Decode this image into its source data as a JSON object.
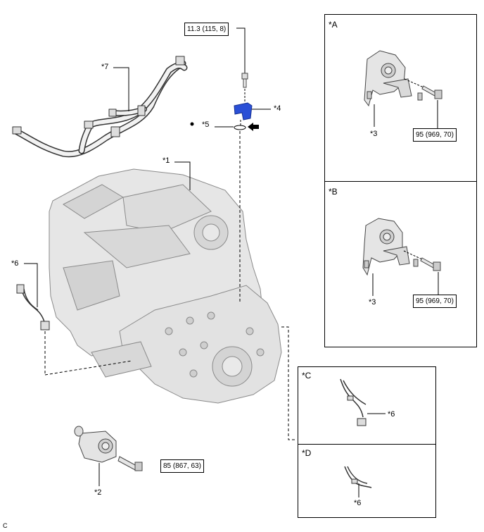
{
  "labels": {
    "p1": "*1",
    "p2": "*2",
    "p3a": "*3",
    "p3b": "*3",
    "p4": "*4",
    "p5": "*5",
    "p6_main": "*6",
    "p6_c": "*6",
    "p6_d": "*6",
    "p7": "*7"
  },
  "torques": {
    "bolt_top": "11.3 (115, 8)",
    "mount_a": "95 (969, 70)",
    "mount_b": "95 (969, 70)",
    "mount_bottom": "85 (867, 63)"
  },
  "panels": {
    "a": "*A",
    "b": "*B",
    "c": "*C",
    "d": "*D"
  },
  "corner_code": "C",
  "colors": {
    "highlight": "#2a4fd6",
    "line": "#000000",
    "engine_fill": "#e6e6e6",
    "engine_stroke": "#8a8a8a"
  },
  "icons": [
    "bullet-dot-icon",
    "arrow-left-icon"
  ]
}
